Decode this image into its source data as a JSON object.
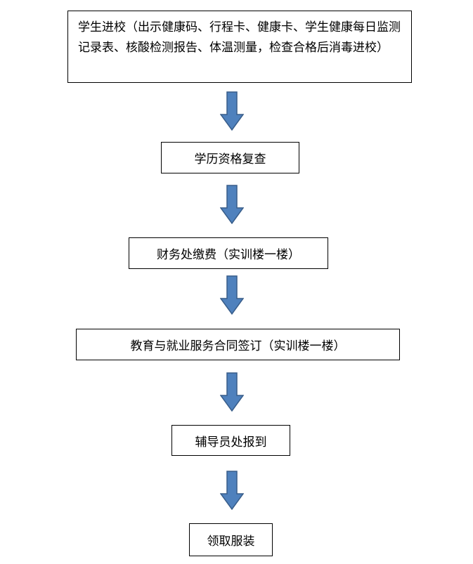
{
  "flowchart": {
    "steps": [
      {
        "label": "学生进校（出示健康码、行程卡、健康卡、学生健康每日监测记录表、核酸检测报告、体温测量，检查合格后消毒进校）"
      },
      {
        "label": "学历资格复查"
      },
      {
        "label": "财务处缴费（实训楼一楼）"
      },
      {
        "label": "教育与就业服务合同签订（实训楼一楼）"
      },
      {
        "label": "辅导员处报到"
      },
      {
        "label": "领取服装"
      }
    ],
    "arrow_color": "#4f81bd",
    "arrow_outline": "#385d8a"
  }
}
